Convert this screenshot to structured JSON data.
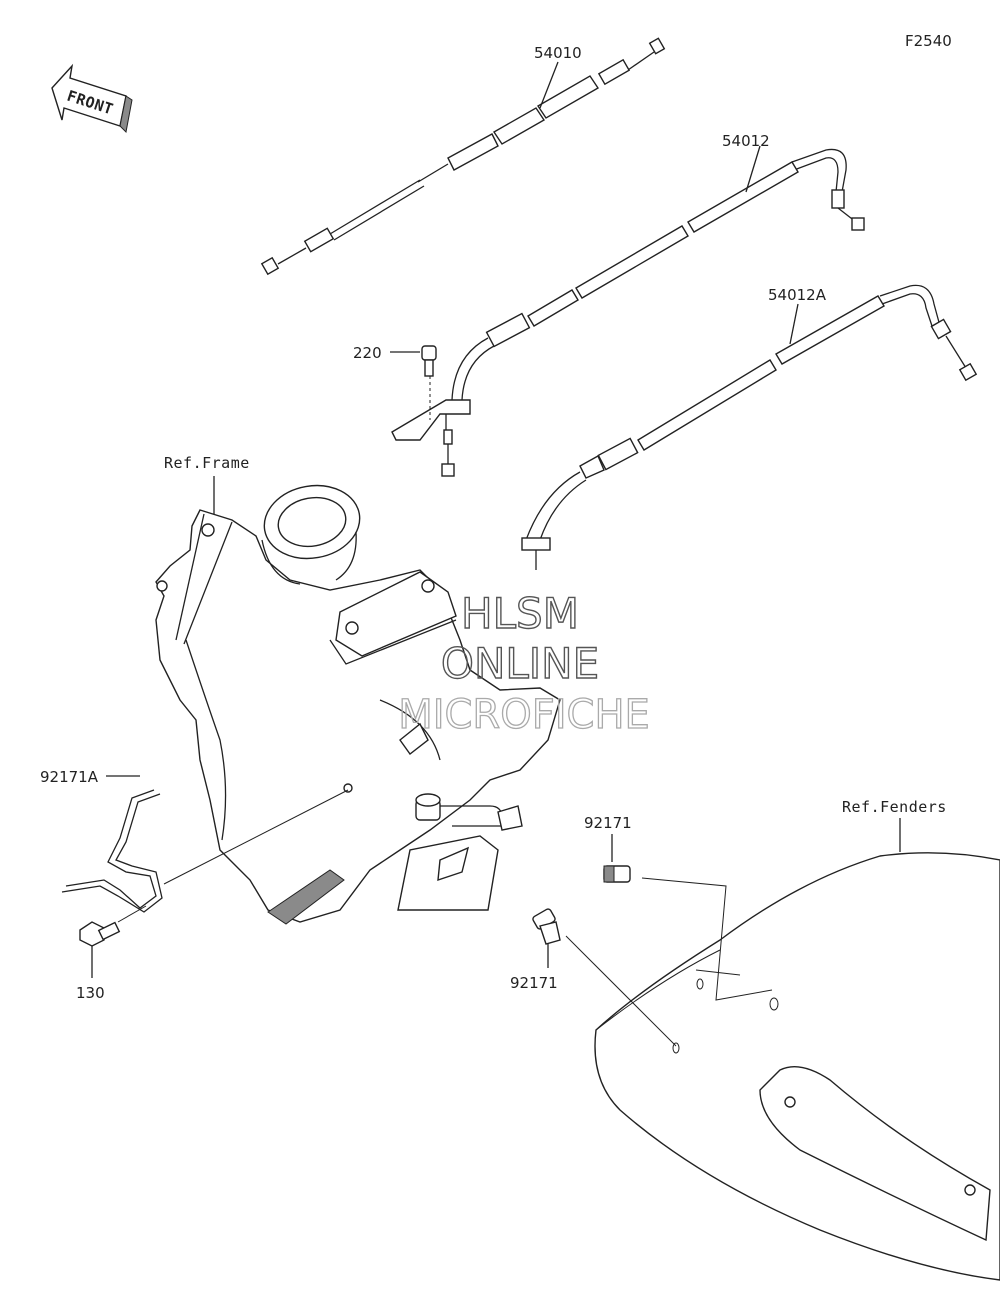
{
  "figure_code": "F2540",
  "front_label": "FRONT",
  "parts": {
    "p54010": "54010",
    "p54012": "54012",
    "p54012A": "54012A",
    "p220": "220",
    "p92171A": "92171A",
    "p130": "130",
    "p92171_upper": "92171",
    "p92171_lower": "92171"
  },
  "refs": {
    "frame": "Ref.Frame",
    "fenders": "Ref.Fenders"
  },
  "watermark": {
    "line1": "HLSM",
    "line2": "ONLINE",
    "line3": "MICROFICHE"
  }
}
